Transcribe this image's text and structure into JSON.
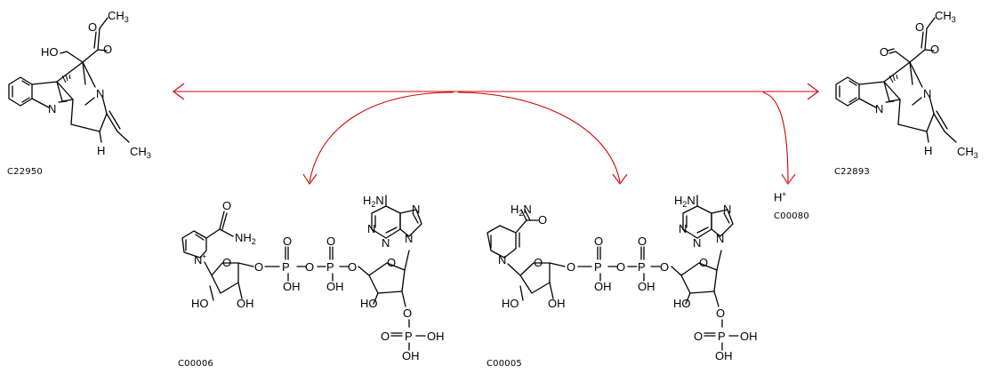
{
  "compounds": {
    "left_substrate": {
      "id": "C22950"
    },
    "right_product": {
      "id": "C22893"
    },
    "cofactor_ox": {
      "id": "C00006"
    },
    "cofactor_red": {
      "id": "C00005"
    },
    "proton": {
      "id": "C00080",
      "label": "H",
      "charge": "+"
    }
  },
  "atom_labels": {
    "ch3": "CH",
    "ch3_sub": "3",
    "ho": "HO",
    "o": "O",
    "n": "N",
    "h": "H",
    "nh2": "NH",
    "nh2_sub": "2",
    "h2n": "H",
    "h2n_sub": "2",
    "h2n_n": "N",
    "p": "P",
    "oh": "OH",
    "n_plus": "+"
  },
  "colors": {
    "arrow": "#d40000",
    "structure": "#000000"
  }
}
